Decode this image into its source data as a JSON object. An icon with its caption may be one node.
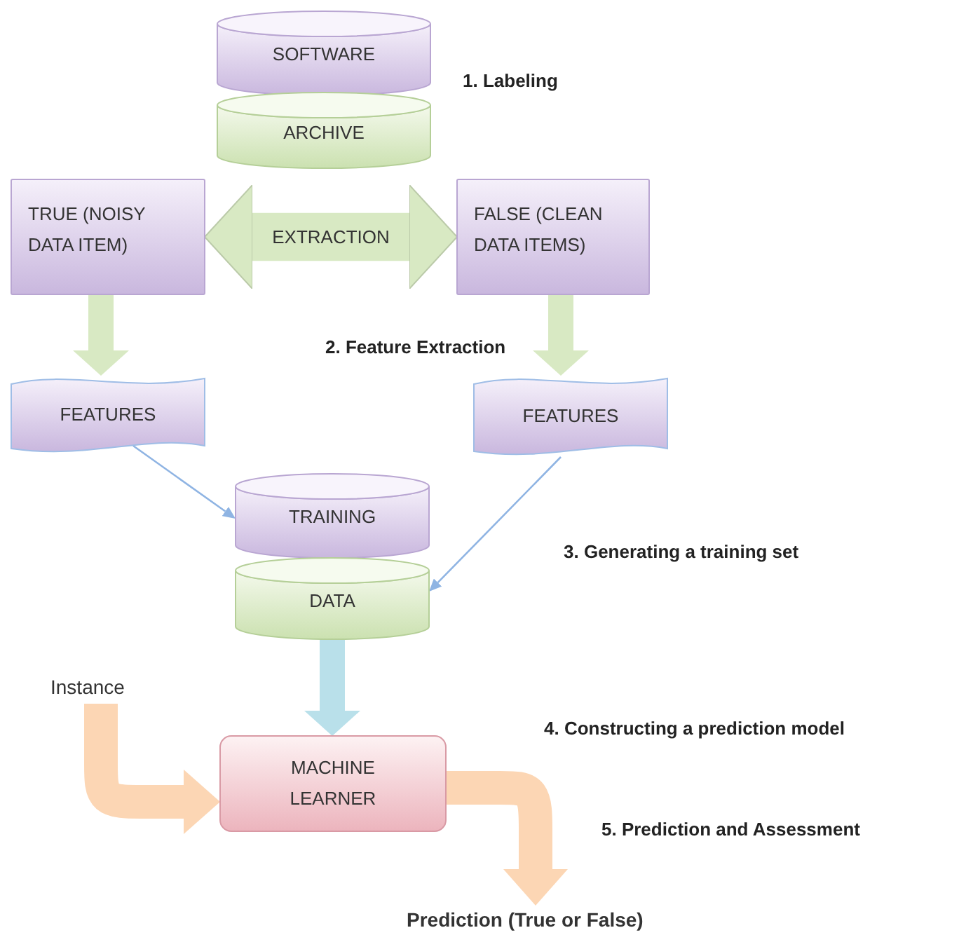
{
  "diagram": {
    "nodes": [
      {
        "text": [
          "SOFTWARE"
        ]
      },
      {
        "text": [
          "ARCHIVE"
        ]
      },
      {
        "text": [
          "TRUE (NOISY DATA ITEM)"
        ]
      },
      {
        "text": [
          "FALSE (CLEAN DATA ITEMS)"
        ]
      },
      {
        "text": [
          "FEATURES"
        ]
      },
      {
        "text": [
          "FEATURES"
        ]
      },
      {
        "text": [
          "TRAINING"
        ]
      },
      {
        "text": [
          "DATA"
        ]
      },
      {
        "text": [
          "Instance"
        ]
      },
      {
        "text": [
          "MACHINE LEARNER"
        ]
      },
      {
        "text": [
          "Prediction (True or False)"
        ]
      }
    ],
    "edges": [
      {
        "from": 2,
        "to": 3,
        "arrow": "both",
        "label": "EXTRACTION",
        "style": "thick",
        "color": "#d8e9c3"
      },
      {
        "from": 2,
        "to": 4,
        "arrow": "to",
        "color": "#d8e9c3"
      },
      {
        "from": 3,
        "to": 5,
        "arrow": "to",
        "color": "#d8e9c3"
      },
      {
        "from": 4,
        "to": 6,
        "arrow": "to",
        "color": "#8fb4e3"
      },
      {
        "from": 5,
        "to": 7,
        "arrow": "to",
        "color": "#8fb4e3"
      },
      {
        "from": 7,
        "to": 9,
        "arrow": "to",
        "color": "#b9e0ea"
      },
      {
        "from": 8,
        "to": 9,
        "arrow": "to",
        "color": "#fcd6b4"
      },
      {
        "from": 9,
        "to": 10,
        "arrow": "to",
        "color": "#fcd6b4"
      }
    ],
    "labels": [
      "1. Labeling",
      "2. Feature Extraction",
      "3. Generating a training set",
      "4. Constructing a prediction model",
      "5. Prediction and Assessment"
    ]
  }
}
